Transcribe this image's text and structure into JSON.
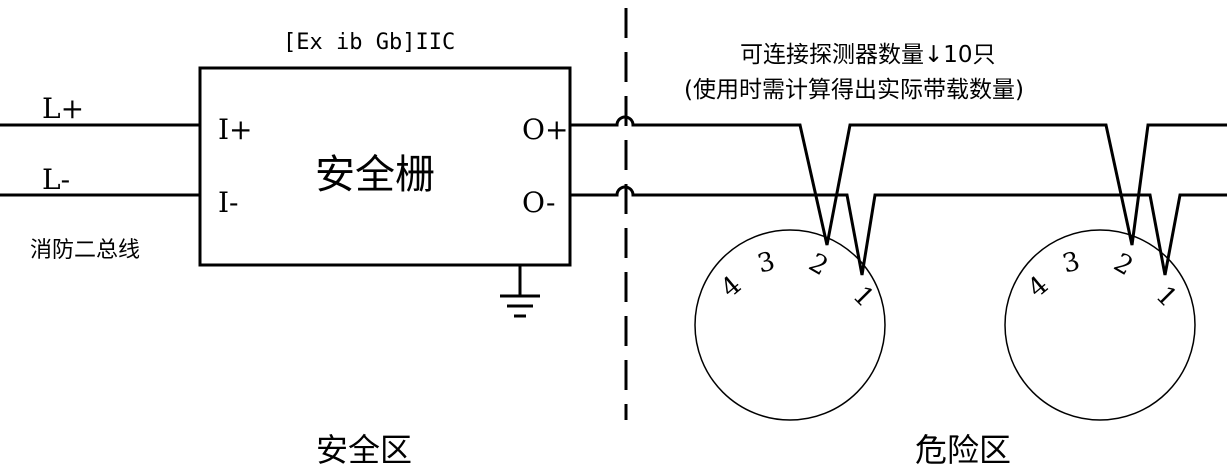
{
  "barrier": {
    "title": "安全栅",
    "rating": "[Ex ib Gb]IIC",
    "in_pos": "I+",
    "in_neg": "I-",
    "out_pos": "O+",
    "out_neg": "O-"
  },
  "bus": {
    "pos": "L+",
    "neg": "L-",
    "name": "消防二总线"
  },
  "note": {
    "line1": "可连接探测器数量↓10只",
    "line2": "(使用时需计算得出实际带载数量)"
  },
  "zones": {
    "safe": "安全区",
    "hazard": "危险区"
  },
  "detectors": [
    {
      "terminals": [
        "1",
        "2",
        "3",
        "4"
      ]
    },
    {
      "terminals": [
        "1",
        "2",
        "3",
        "4"
      ]
    }
  ]
}
